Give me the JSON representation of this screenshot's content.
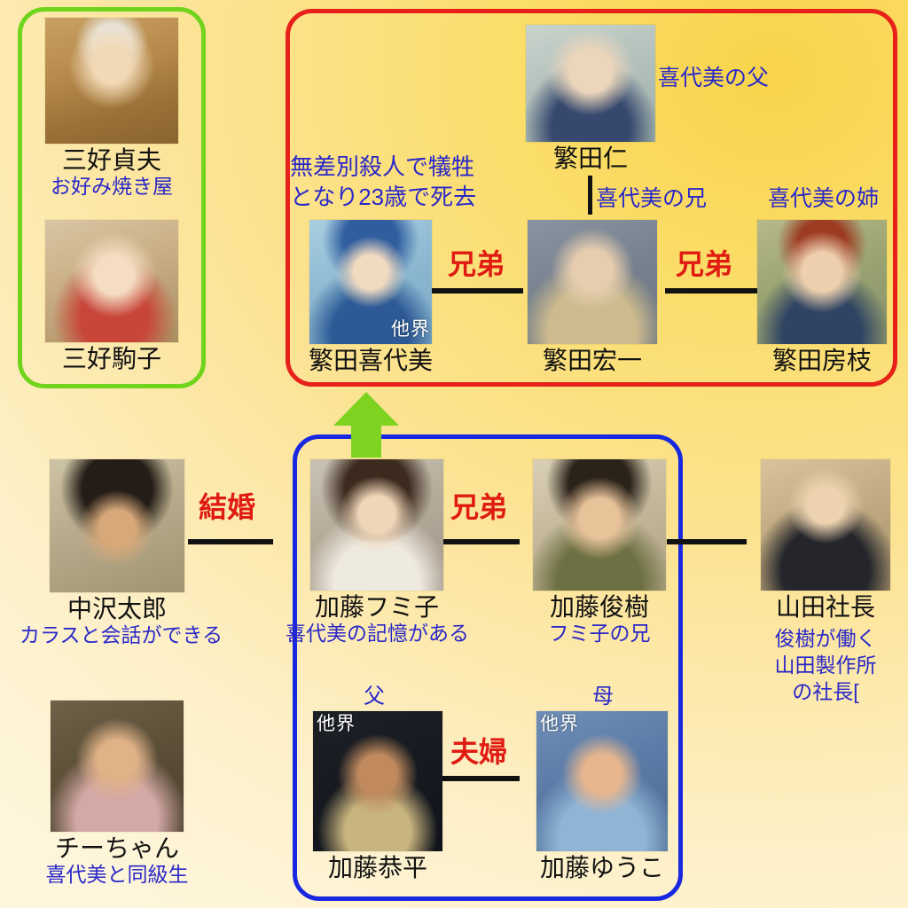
{
  "diagram": {
    "title_text": "",
    "background_colors": {
      "gradient_top": "#f8d44a",
      "gradient_bottom": "#fef6dc"
    },
    "accent_colors": {
      "green_box": "#6fd41b",
      "red_box": "#e8201a",
      "blue_box": "#1827e0",
      "relation_red": "#e01b12",
      "description_blue": "#2a28c8",
      "name_black": "#111111",
      "connector_black": "#111111",
      "arrow_green": "#7ed321"
    }
  },
  "groups": [
    {
      "id": "green-group",
      "color": "#6fd41b",
      "label": ""
    },
    {
      "id": "red-group",
      "color": "#e8201a",
      "label": ""
    },
    {
      "id": "blue-group",
      "color": "#1827e0",
      "label": ""
    }
  ],
  "people": [
    {
      "id": "sadao",
      "name": "三好貞夫",
      "desc": "お好み焼き屋",
      "tag": ""
    },
    {
      "id": "komako",
      "name": "三好駒子",
      "desc": "",
      "tag": ""
    },
    {
      "id": "jin",
      "name": "繁田仁",
      "desc": "",
      "tag": ""
    },
    {
      "id": "kiyomi",
      "name": "繁田喜代美",
      "desc": "",
      "tag": "他界"
    },
    {
      "id": "koichi",
      "name": "繁田宏一",
      "desc": "",
      "tag": ""
    },
    {
      "id": "fusae",
      "name": "繁田房枝",
      "desc": "",
      "tag": ""
    },
    {
      "id": "taro",
      "name": "中沢太郎",
      "desc": "カラスと会話ができる",
      "tag": ""
    },
    {
      "id": "chi",
      "name": "チーちゃん",
      "desc": "喜代美と同級生",
      "tag": ""
    },
    {
      "id": "fumiko",
      "name": "加藤フミ子",
      "desc": "喜代美の記憶がある",
      "tag": ""
    },
    {
      "id": "toshiki",
      "name": "加藤俊樹",
      "desc": "フミ子の兄",
      "tag": ""
    },
    {
      "id": "yamada",
      "name": "山田社長",
      "desc": "俊樹が働く\n山田製作所\nの社長[",
      "tag": ""
    },
    {
      "id": "kyohei",
      "name": "加藤恭平",
      "desc": "",
      "tag": "他界"
    },
    {
      "id": "yuko",
      "name": "加藤ゆうこ",
      "desc": "",
      "tag": "他界"
    }
  ],
  "annotations": {
    "kiyomi_father": "喜代美の父",
    "kiyomi_brother": "喜代美の兄",
    "kiyomi_sister": "喜代美の姉",
    "death_note_line1": "無差別殺人で犠牲",
    "death_note_line2": "となり23歳で死去",
    "father_label": "父",
    "mother_label": "母"
  },
  "relations": [
    {
      "id": "rel-kiyomi-koichi",
      "label": "兄弟"
    },
    {
      "id": "rel-koichi-fusae",
      "label": "兄弟"
    },
    {
      "id": "rel-taro-fumiko",
      "label": "結婚"
    },
    {
      "id": "rel-fumiko-toshiki",
      "label": "兄弟"
    },
    {
      "id": "rel-kyohei-yuko",
      "label": "夫婦"
    }
  ]
}
